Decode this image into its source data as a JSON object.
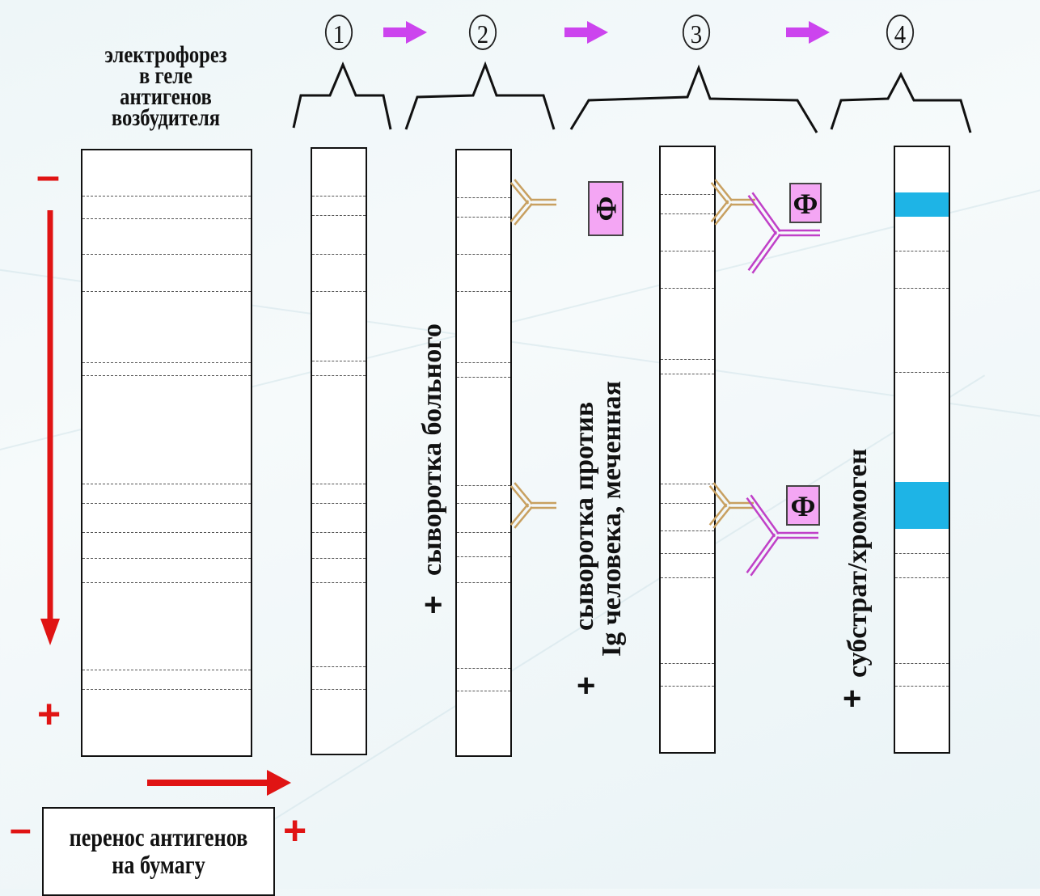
{
  "title_lines": [
    "электрофорез",
    "в геле",
    "антигенов",
    "возбудителя"
  ],
  "steps": [
    "1",
    "2",
    "3",
    "4"
  ],
  "step2_label": "сыворотка больного",
  "step3_label_line1": "сыворотка против",
  "step3_label_line2": "Ig человека, меченная",
  "step4_label": "субстрат/хромоген",
  "plus": "+",
  "minus": "–",
  "fluor_label": "Ф",
  "transfer_lines": [
    "перенос антигенов",
    "на бумагу"
  ],
  "colors": {
    "arrow_red": "#e01414",
    "step_arrow": "#cc44ee",
    "antibody_primary": "#c8a060",
    "antibody_secondary": "#c040c8",
    "fluor_box": "#f4a6f4",
    "detected_band": "#1eb4e6"
  }
}
